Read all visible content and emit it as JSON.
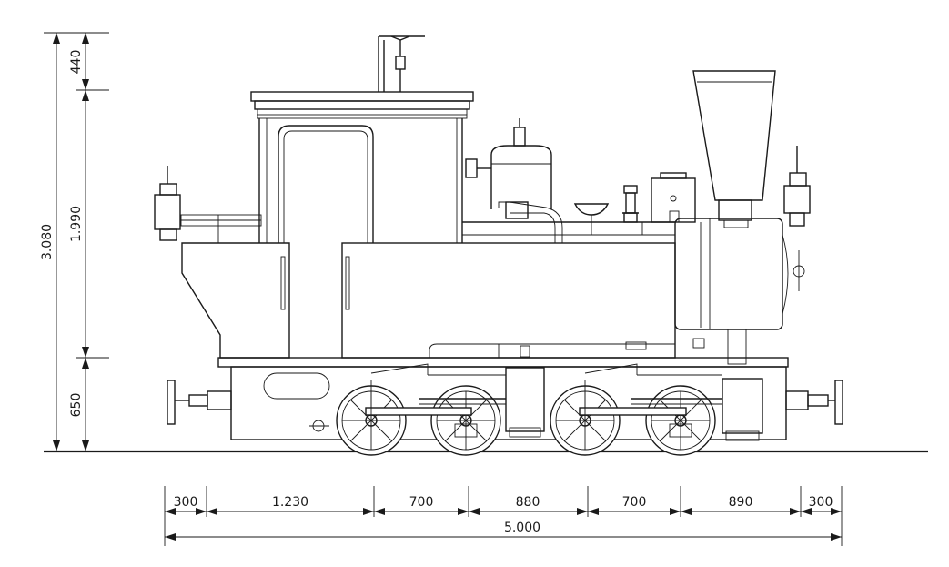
{
  "dimensions": {
    "vertical": {
      "total": "3.080",
      "top": "440",
      "middle": "1.990",
      "bottom": "650"
    },
    "horizontal": {
      "segments": [
        "300",
        "1.230",
        "700",
        "880",
        "700",
        "890",
        "300"
      ],
      "total": "5.000"
    }
  },
  "colors": {
    "line": "#1a1a1a",
    "background": "#ffffff"
  }
}
